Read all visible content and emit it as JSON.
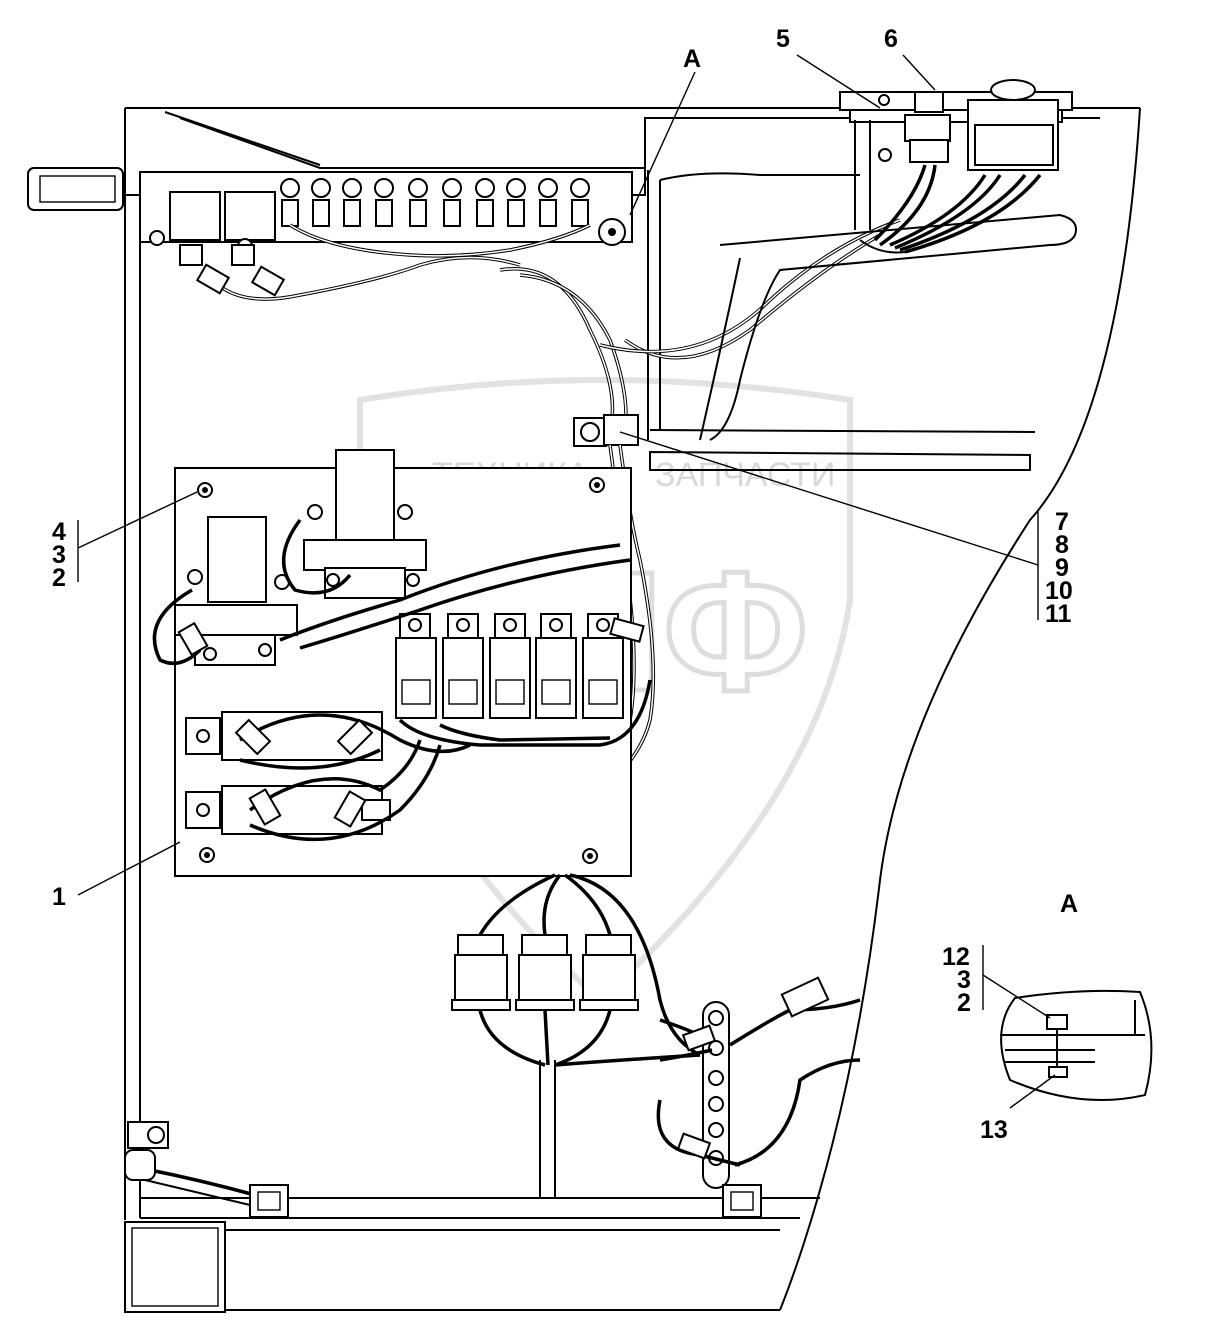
{
  "watermark": {
    "line1": "ТЕХНИКА",
    "line2": "ЗАПЧАСТИ",
    "logo": "ЭПФ"
  },
  "callouts": {
    "c1": "1",
    "group_left": [
      "4",
      "3",
      "2"
    ],
    "c5": "5",
    "c6": "6",
    "cA_top": "A",
    "group_right": [
      "7",
      "8",
      "9",
      "10",
      "11"
    ],
    "detail_title": "A",
    "group_detail": [
      "12",
      "3",
      "2"
    ],
    "c13": "13"
  }
}
